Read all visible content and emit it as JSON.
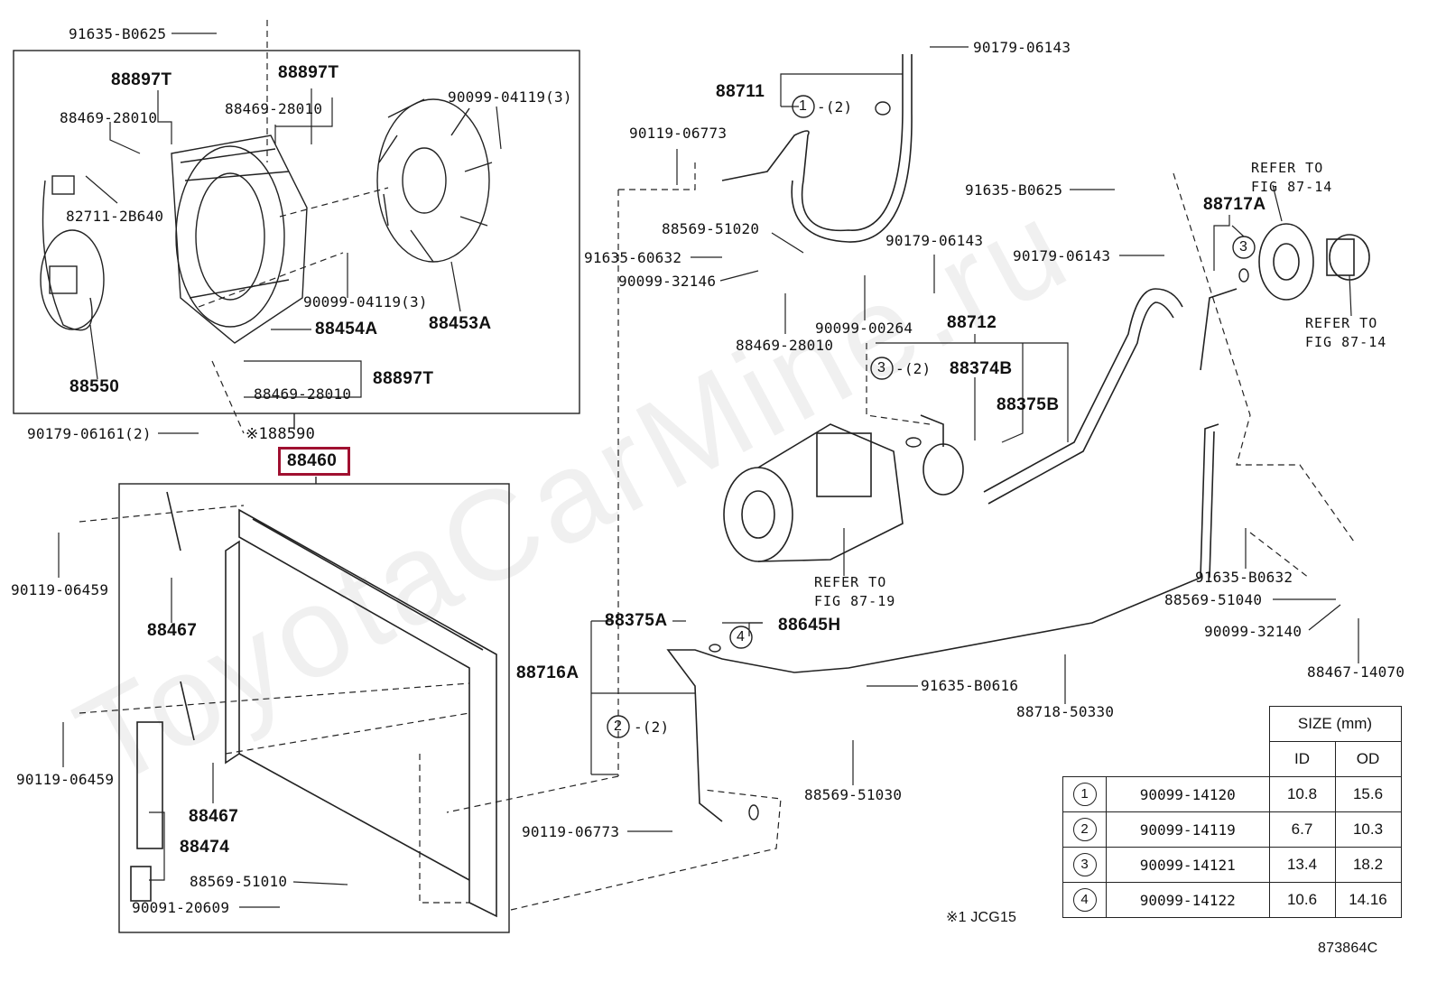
{
  "watermark": "ToyotaCarMine.ru",
  "diagram_code": "873864C",
  "footnote": "※1 JCG15",
  "selected_part": "88460",
  "labels": {
    "p91635_B0625_a": "91635-B0625",
    "p88897T_a": "88897T",
    "p88897T_b": "88897T",
    "p88469_28010_a": "88469-28010",
    "p88469_28010_b": "88469-28010",
    "p90099_04119_3a": "90099-04119(3)",
    "p82711_2B640": "82711-2B640",
    "p90099_04119_3b": "90099-04119(3)",
    "p88454A": "88454A",
    "p88453A": "88453A",
    "p88550": "88550",
    "p88897T_c": "88897T",
    "p88469_28010_c": "88469-28010",
    "p90179_06161_2": "90179-06161(2)",
    "p188590": "※188590",
    "p88460": "88460",
    "p90119_06459_a": "90119-06459",
    "p88467_a": "88467",
    "p90119_06459_b": "90119-06459",
    "p88467_b": "88467",
    "p88474": "88474",
    "p88569_51010": "88569-51010",
    "p90091_20609": "90091-20609",
    "p90179_06143_a": "90179-06143",
    "p88711": "88711",
    "p90119_06773_a": "90119-06773",
    "p88569_51020": "88569-51020",
    "p91635_60632": "91635-60632",
    "p90099_32146": "90099-32146",
    "p88469_28010_d": "88469-28010",
    "p90099_00264": "90099-00264",
    "p90179_06143_b": "90179-06143",
    "p88712": "88712",
    "p88374B": "88374B",
    "p88375B": "88375B",
    "p91635_B0625_b": "91635-B0625",
    "p90179_06143_c": "90179-06143",
    "p88717A": "88717A",
    "ref_to_1": "REFER TO",
    "fig_87_14_a": "FIG 87-14",
    "ref_to_2": "REFER TO",
    "fig_87_14_b": "FIG 87-14",
    "ref_to_3": "REFER TO",
    "fig_87_19": "FIG 87-19",
    "p88375A": "88375A",
    "p88645H": "88645H",
    "p88716A": "88716A",
    "p91635_B0616": "91635-B0616",
    "p88718_50330": "88718-50330",
    "p88569_51030": "88569-51030",
    "p90119_06773_b": "90119-06773",
    "p91635_B0632": "91635-B0632",
    "p88569_51040": "88569-51040",
    "p90099_32140": "90099-32140",
    "p88467_14070": "88467-14070",
    "qty2_a": "-(2)",
    "qty2_b": "-(2)",
    "qty2_c": "-(2)"
  },
  "callouts": [
    "1",
    "3",
    "4",
    "2"
  ],
  "size_table": {
    "header": "SIZE (mm)",
    "col_id": "ID",
    "col_od": "OD",
    "rows": [
      {
        "num": "1",
        "part": "90099-14120",
        "id": "10.8",
        "od": "15.6"
      },
      {
        "num": "2",
        "part": "90099-14119",
        "id": "6.7",
        "od": "10.3"
      },
      {
        "num": "3",
        "part": "90099-14121",
        "id": "13.4",
        "od": "18.2"
      },
      {
        "num": "4",
        "part": "90099-14122",
        "id": "10.6",
        "od": "14.16"
      }
    ]
  }
}
